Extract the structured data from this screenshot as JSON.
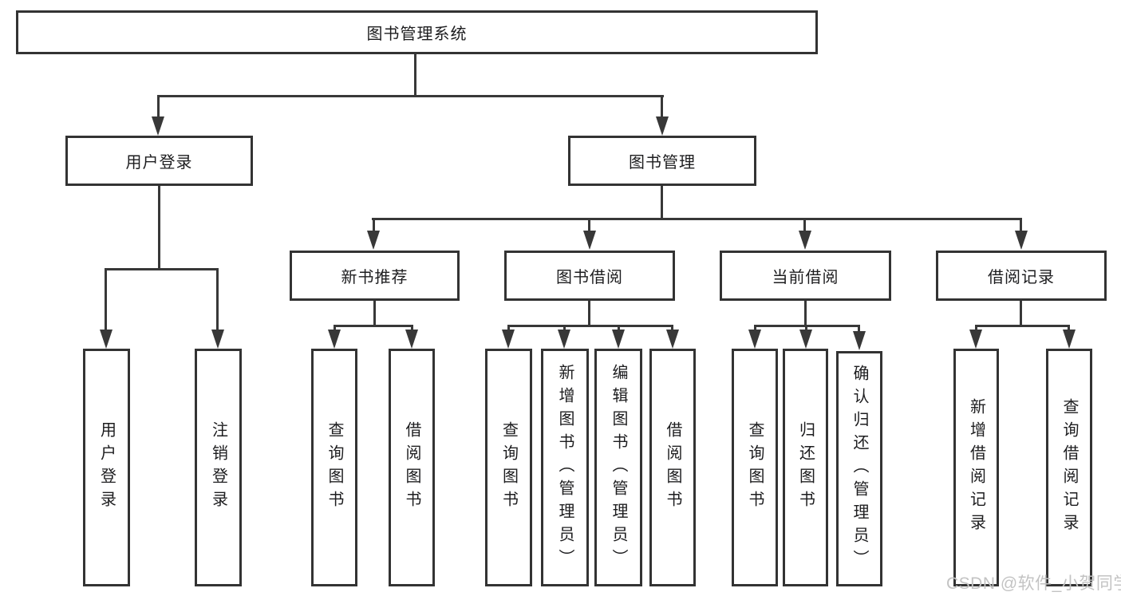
{
  "tree": {
    "label": "图书管理系统",
    "children": [
      {
        "label": "用户登录",
        "children": [
          {
            "label": "用户登录"
          },
          {
            "label": "注销登录"
          }
        ]
      },
      {
        "label": "图书管理",
        "children": [
          {
            "label": "新书推荐",
            "children": [
              {
                "label": "查询图书"
              },
              {
                "label": "借阅图书"
              }
            ]
          },
          {
            "label": "图书借阅",
            "children": [
              {
                "label": "查询图书"
              },
              {
                "label": "新增图书（管理员）"
              },
              {
                "label": "编辑图书（管理员）"
              },
              {
                "label": "借阅图书"
              }
            ]
          },
          {
            "label": "当前借阅",
            "children": [
              {
                "label": "查询图书"
              },
              {
                "label": "归还图书"
              },
              {
                "label": "确认归还（管理员）"
              }
            ]
          },
          {
            "label": "借阅记录",
            "children": [
              {
                "label": "新增借阅记录"
              },
              {
                "label": "查询借阅记录"
              }
            ]
          }
        ]
      }
    ]
  },
  "watermark": {
    "text": "CSDN @软件_小贺同学"
  },
  "colors": {
    "line": "#383838",
    "box_border": "#333333",
    "text": "#1d1d1f",
    "watermark": "#c3c3c3",
    "background": "#ffffff"
  }
}
